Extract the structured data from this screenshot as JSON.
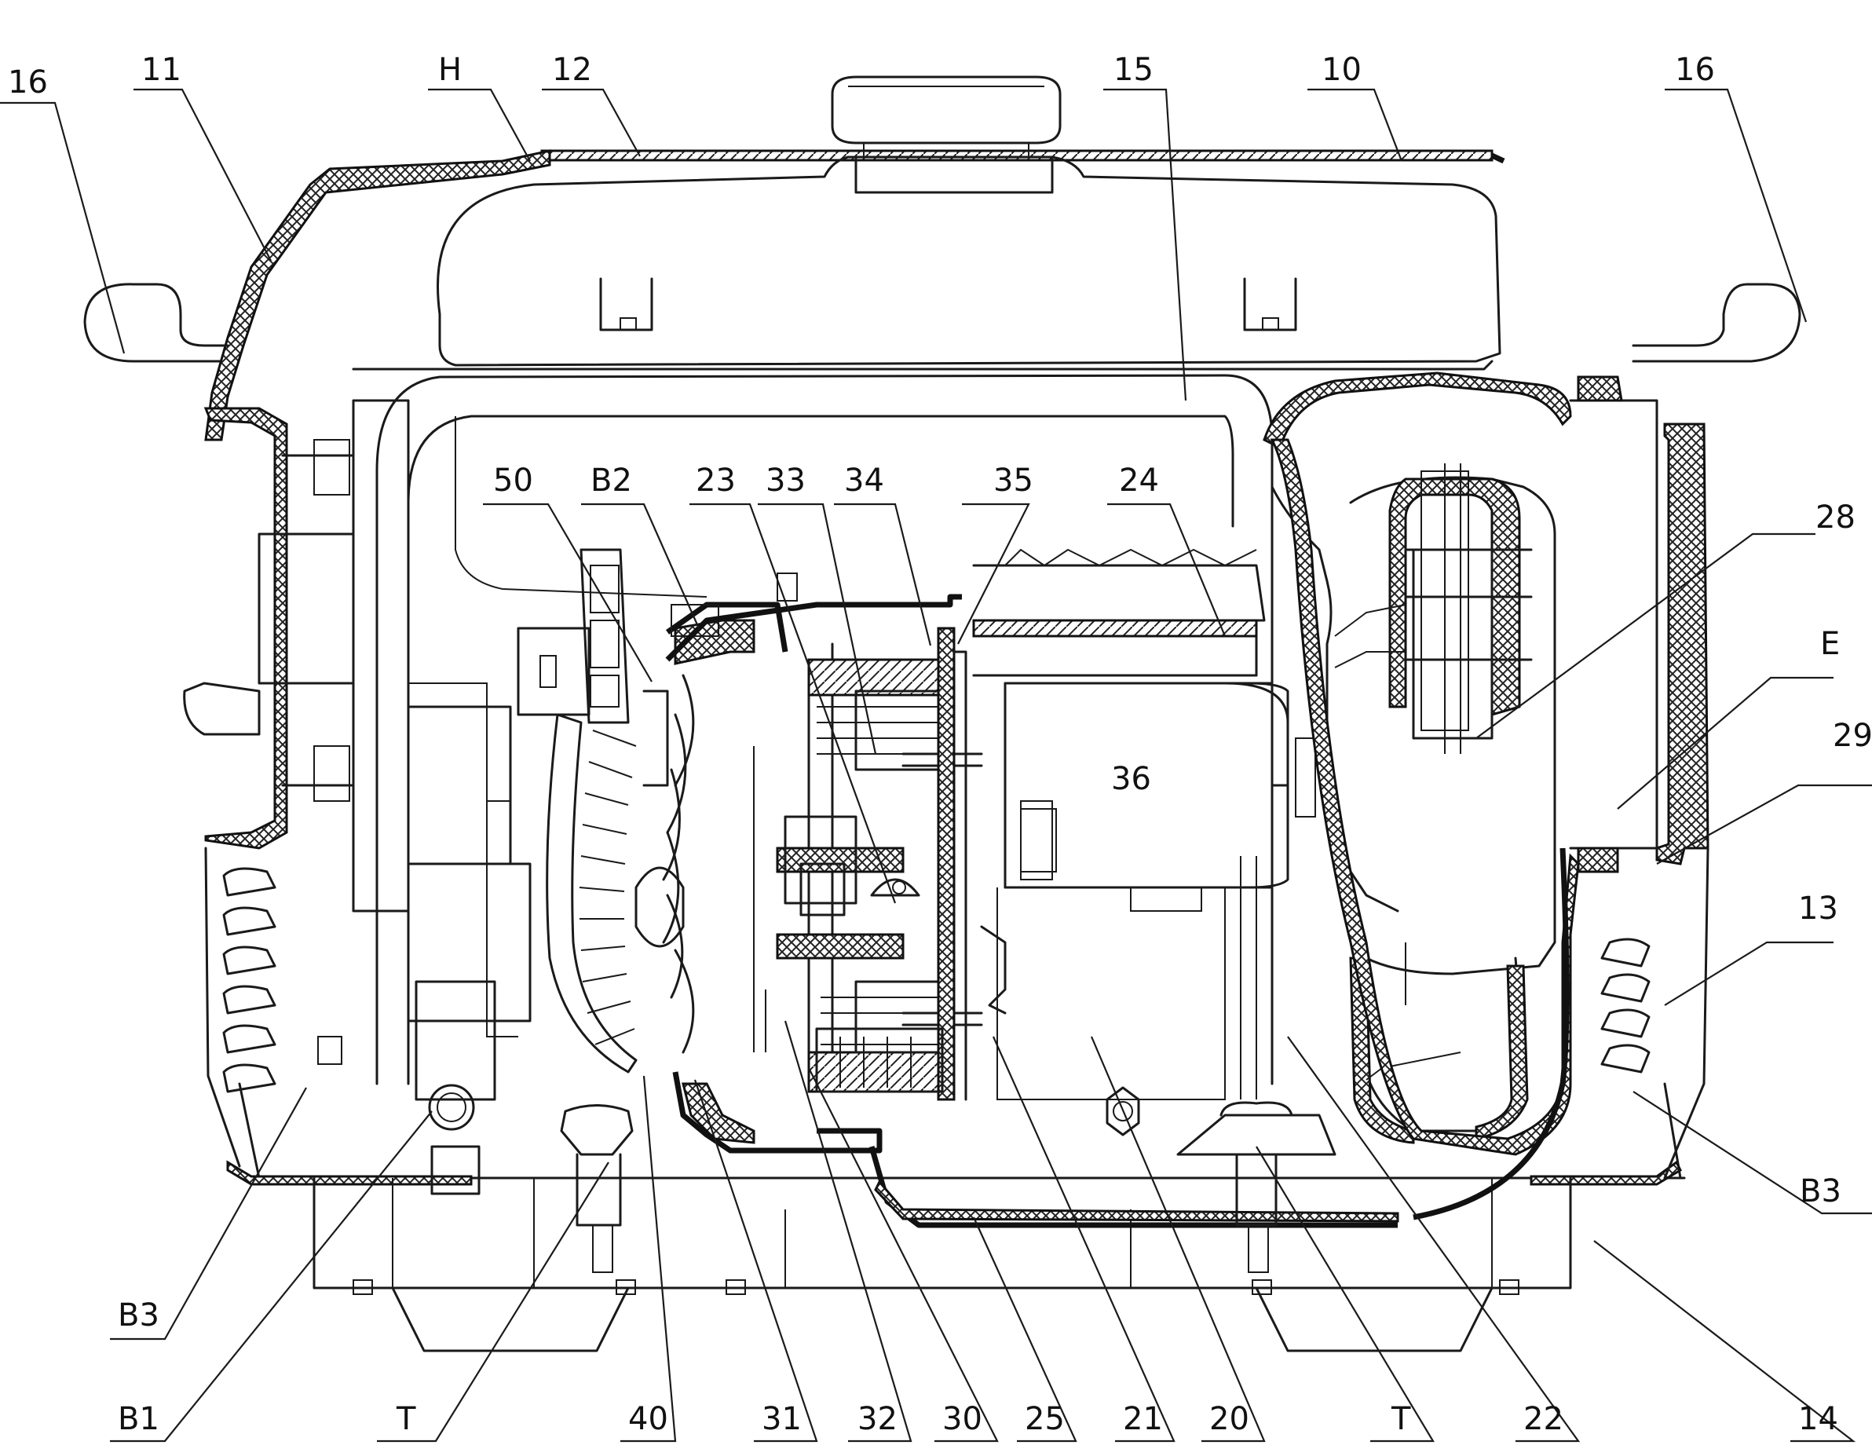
{
  "labels": {
    "l16a": "16",
    "l11": "11",
    "lH": "H",
    "l12": "12",
    "l15": "15",
    "l10": "10",
    "l16b": "16",
    "l50": "50",
    "lB2": "B2",
    "l23": "23",
    "l33": "33",
    "l34": "34",
    "l35": "35",
    "l24": "24",
    "l28": "28",
    "lE": "E",
    "l29": "29",
    "l36": "36",
    "l13": "13",
    "lB3r": "B3",
    "lB3l": "B3",
    "lB1": "B1",
    "lT1": "T",
    "l40": "40",
    "l31": "31",
    "l32": "32",
    "l30": "30",
    "l25": "25",
    "l21": "21",
    "l20": "20",
    "lT2": "T",
    "l22": "22",
    "l14": "14"
  }
}
